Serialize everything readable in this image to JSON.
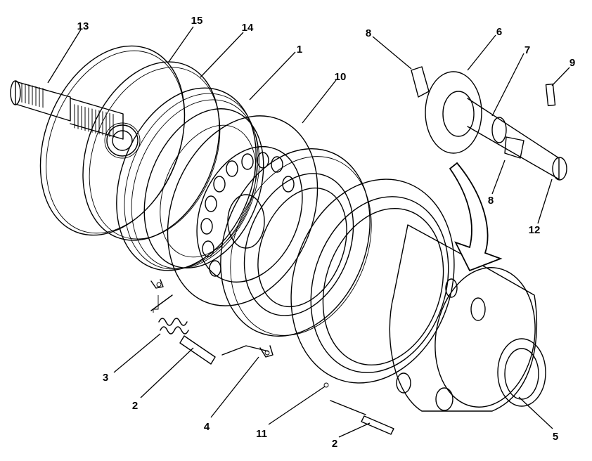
{
  "diagram": {
    "callouts": [
      {
        "id": "c13",
        "label": "13"
      },
      {
        "id": "c15",
        "label": "15"
      },
      {
        "id": "c14",
        "label": "14"
      },
      {
        "id": "c1",
        "label": "1"
      },
      {
        "id": "c10",
        "label": "10"
      },
      {
        "id": "c8a",
        "label": "8"
      },
      {
        "id": "c6",
        "label": "6"
      },
      {
        "id": "c7",
        "label": "7"
      },
      {
        "id": "c9",
        "label": "9"
      },
      {
        "id": "c8b",
        "label": "8"
      },
      {
        "id": "c12",
        "label": "12"
      },
      {
        "id": "c3",
        "label": "3"
      },
      {
        "id": "c2a",
        "label": "2"
      },
      {
        "id": "c4",
        "label": "4"
      },
      {
        "id": "c11",
        "label": "11"
      },
      {
        "id": "c2b",
        "label": "2"
      },
      {
        "id": "c5",
        "label": "5"
      }
    ]
  }
}
